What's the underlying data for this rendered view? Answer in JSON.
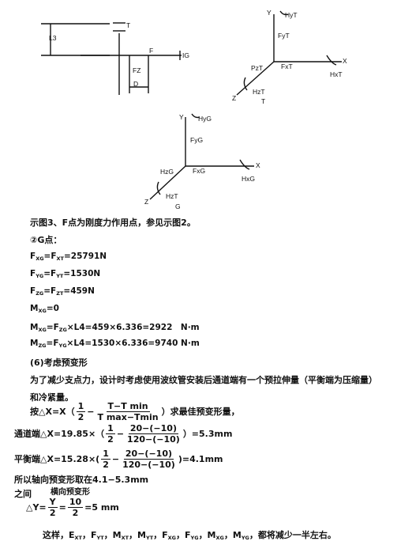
{
  "diagram1": {
    "T": "T",
    "L3": "L3",
    "F": "F",
    "G": "IG",
    "FZ": "FZ",
    "D": "D"
  },
  "diagram2": {
    "Y": "Y",
    "HyT": "HyT",
    "FyT": "FyT",
    "PzT": "PzT",
    "FxT": "FxT",
    "X": "X",
    "HxT": "HxT",
    "Z": "Z",
    "HzT": "HzT",
    "T": "T"
  },
  "diagram3": {
    "Y": "Y",
    "HyG": "HyG",
    "FyG": "FyG",
    "HzG": "HzG",
    "FxG": "FxG",
    "X": "X",
    "HxG": "HxG",
    "Z": "Z",
    "HzT": "HzT",
    "G": "G"
  },
  "text": {
    "caption": "示图3、F点为刚度力作用点，参见示图2。",
    "g_point": "②G点：",
    "eq1_rest": "=25791N",
    "eq2_rest": "=1530N",
    "eq3_rest": "=459N",
    "eq4_rest": "=0",
    "eq5_rest": "×L4=459×6.336=2922　N·m",
    "eq6_rest": "×L4=1530×6.336=9740 N·m",
    "section6": "(6)考虑预变形",
    "para1": "为了减少支点力，设计时考虑使用波纹管安装后通道端有一个预拉伸量（平衡端为压缩量）",
    "para2": "和冷紧量。",
    "formula_pre": "按△X=X（",
    "formula_post": "）求最佳预变形量，",
    "one": "1",
    "two": "2",
    "frac_num": "T−T min",
    "frac_den": "T max−Tmin",
    "tong_pre": "通道端△X=19.85×（",
    "tong_post": "）=5.3mm",
    "ping_pre": "平衡端△X=15.28×(",
    "ping_post": ")=4.1mm",
    "calc_num": "20−(−10)",
    "calc_den": "120−(−10)",
    "conclusion": "所以轴向预变形取在4.1−5.3mm",
    "between": "之间",
    "lateral": "横向预变形",
    "dy_pre": "△Y=",
    "Y": "Y",
    "ten": "10",
    "dy_post": "=5 mm",
    "final_pre": "这样，",
    "final_post": "，都将减少一半左右。"
  }
}
